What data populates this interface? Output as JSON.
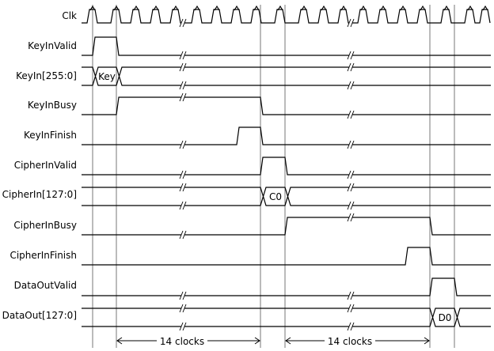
{
  "signals": [
    {
      "id": "clk",
      "label": "Clk"
    },
    {
      "id": "keyinvalid",
      "label": "KeyInValid"
    },
    {
      "id": "keyin",
      "label": "KeyIn[255:0]",
      "bus_value": "Key"
    },
    {
      "id": "keyinbusy",
      "label": "KeyInBusy"
    },
    {
      "id": "keyinfinish",
      "label": "KeyInFinish"
    },
    {
      "id": "cipherinvalid",
      "label": "CipherInValid"
    },
    {
      "id": "cipherin",
      "label": "CipherIn[127:0]",
      "bus_value": "C0"
    },
    {
      "id": "cipherinbusy",
      "label": "CipherInBusy"
    },
    {
      "id": "cipherinfinish",
      "label": "CipherInFinish"
    },
    {
      "id": "dataoutvalid",
      "label": "DataOutValid"
    },
    {
      "id": "dataout",
      "label": "DataOut[127:0]",
      "bus_value": "D0"
    }
  ],
  "measurements": [
    {
      "label": "14 clocks"
    },
    {
      "label": "14 clocks"
    }
  ]
}
